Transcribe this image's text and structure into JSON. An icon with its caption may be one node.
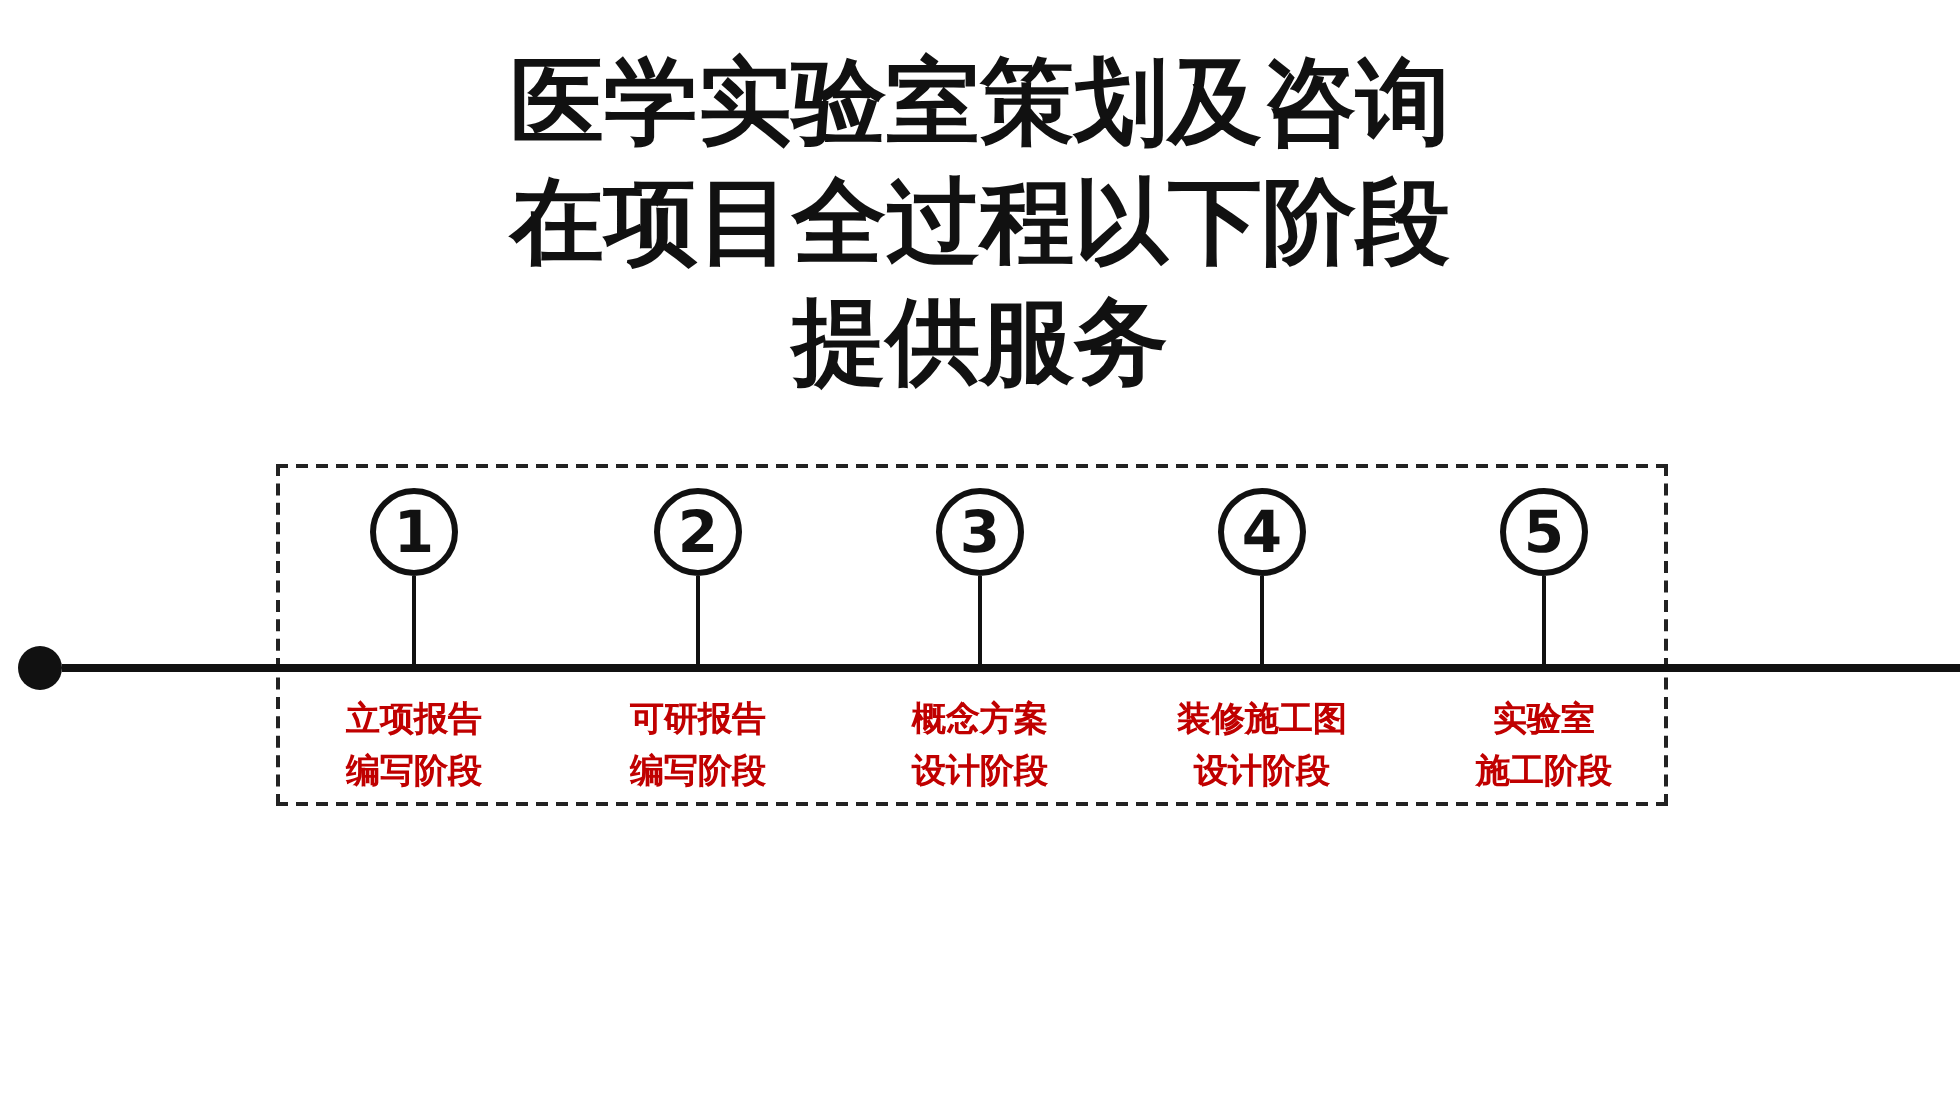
{
  "diagram": {
    "title": "医学实验室策划及咨询在项目全过程以下阶段提供服务",
    "nodes": [
      {
        "text": [],
        "shape": "box"
      },
      {
        "text": [
          "1"
        ],
        "in": 0
      },
      {
        "text": [
          "2"
        ],
        "in": 0
      },
      {
        "text": [
          "3"
        ],
        "in": 0
      },
      {
        "text": [
          "4"
        ],
        "in": 0
      },
      {
        "text": [
          "5"
        ],
        "in": 0
      },
      {
        "text": [],
        "shape": "circle"
      },
      {
        "text": [],
        "shape": "bar"
      }
    ],
    "edges": [
      {
        "from": 1,
        "to": 7,
        "arrow": "none"
      },
      {
        "from": 2,
        "to": 7,
        "arrow": "none"
      },
      {
        "from": 3,
        "to": 7,
        "arrow": "none"
      },
      {
        "from": 4,
        "to": 7,
        "arrow": "none"
      },
      {
        "from": 5,
        "to": 7,
        "arrow": "none"
      }
    ],
    "labels": [
      "立项报告编写阶段",
      "可研报告编写阶段",
      "概念方案设计阶段",
      "装修施工图设计阶段",
      "实验室施工阶段"
    ]
  }
}
